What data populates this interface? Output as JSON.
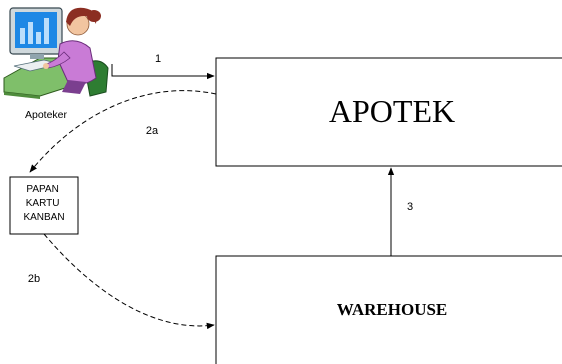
{
  "nodes": {
    "pharmacist": "Apoteker",
    "pharmacy": "APOTEK",
    "kanban_board": [
      "PAPAN",
      "KARTU",
      "KANBAN"
    ],
    "warehouse": "WAREHOUSE"
  },
  "edges": {
    "step_1": "1",
    "step_2a": "2a",
    "step_2b": "2b",
    "step_3": "3"
  }
}
